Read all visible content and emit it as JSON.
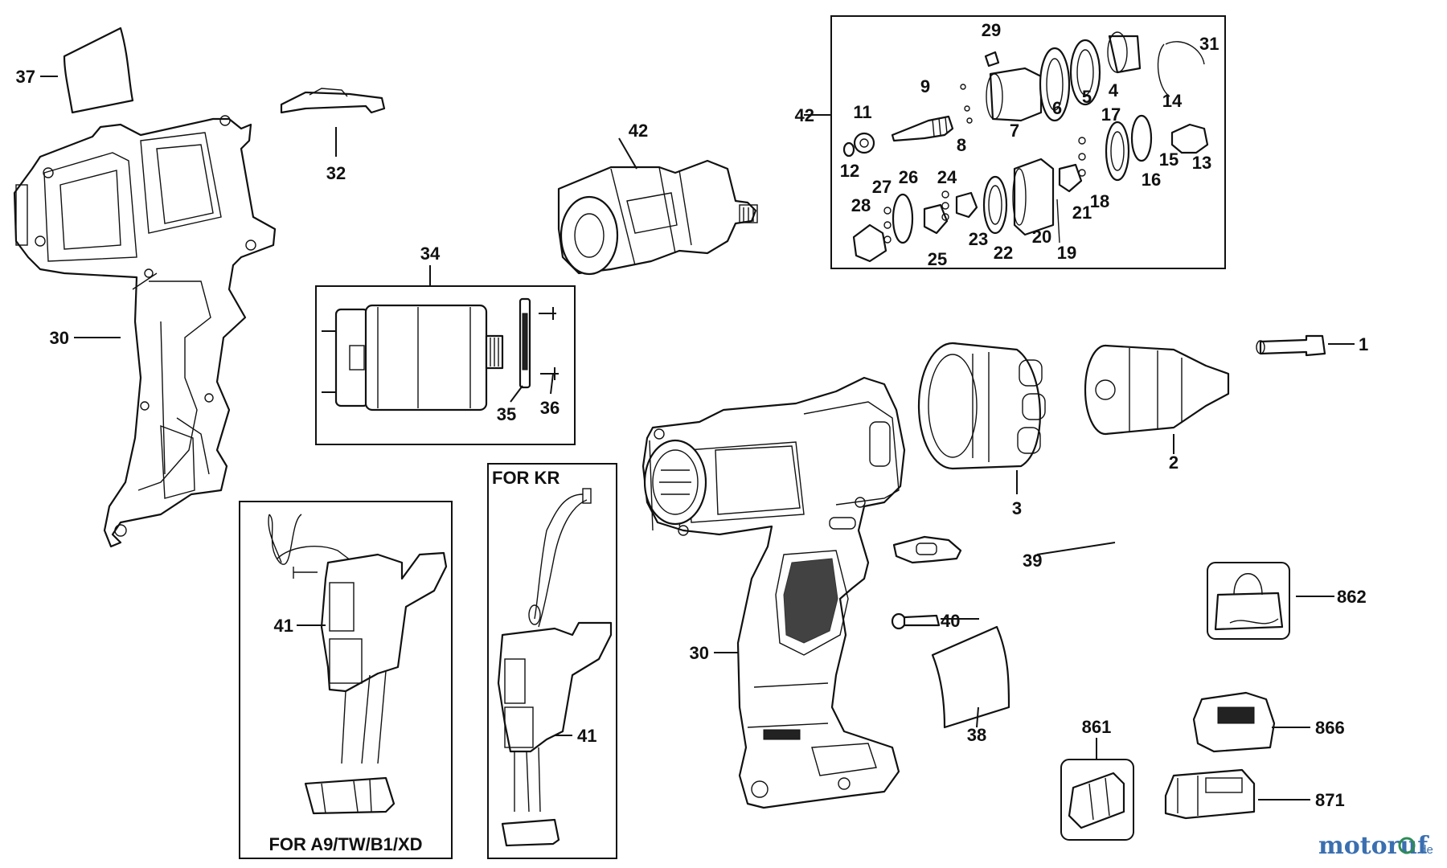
{
  "labels": [
    {
      "id": "1",
      "text": "1"
    },
    {
      "id": "2",
      "text": "2"
    },
    {
      "id": "3",
      "text": "3"
    },
    {
      "id": "4",
      "text": "4"
    },
    {
      "id": "5",
      "text": "5"
    },
    {
      "id": "6",
      "text": "6"
    },
    {
      "id": "7",
      "text": "7"
    },
    {
      "id": "8",
      "text": "8"
    },
    {
      "id": "9",
      "text": "9"
    },
    {
      "id": "11",
      "text": "11"
    },
    {
      "id": "12",
      "text": "12"
    },
    {
      "id": "13",
      "text": "13"
    },
    {
      "id": "14",
      "text": "14"
    },
    {
      "id": "15",
      "text": "15"
    },
    {
      "id": "16",
      "text": "16"
    },
    {
      "id": "17",
      "text": "17"
    },
    {
      "id": "18",
      "text": "18"
    },
    {
      "id": "19",
      "text": "19"
    },
    {
      "id": "20",
      "text": "20"
    },
    {
      "id": "21",
      "text": "21"
    },
    {
      "id": "22",
      "text": "22"
    },
    {
      "id": "23",
      "text": "23"
    },
    {
      "id": "24",
      "text": "24"
    },
    {
      "id": "25",
      "text": "25"
    },
    {
      "id": "26",
      "text": "26"
    },
    {
      "id": "27",
      "text": "27"
    },
    {
      "id": "28",
      "text": "28"
    },
    {
      "id": "29",
      "text": "29"
    },
    {
      "id": "30a",
      "text": "30"
    },
    {
      "id": "30b",
      "text": "30"
    },
    {
      "id": "31",
      "text": "31"
    },
    {
      "id": "32",
      "text": "32"
    },
    {
      "id": "34",
      "text": "34"
    },
    {
      "id": "35",
      "text": "35"
    },
    {
      "id": "36",
      "text": "36"
    },
    {
      "id": "37",
      "text": "37"
    },
    {
      "id": "38",
      "text": "38"
    },
    {
      "id": "39",
      "text": "39"
    },
    {
      "id": "40",
      "text": "40"
    },
    {
      "id": "41a",
      "text": "41"
    },
    {
      "id": "41b",
      "text": "41"
    },
    {
      "id": "42a",
      "text": "42"
    },
    {
      "id": "42b",
      "text": "42"
    },
    {
      "id": "861",
      "text": "861"
    },
    {
      "id": "862",
      "text": "862"
    },
    {
      "id": "866",
      "text": "866"
    },
    {
      "id": "871",
      "text": "871"
    }
  ],
  "boxes": {
    "kr": "FOR KR",
    "a9": "FOR A9/TW/B1/XD"
  },
  "watermark": {
    "brand": "motoruf",
    "suffix": ".de"
  }
}
